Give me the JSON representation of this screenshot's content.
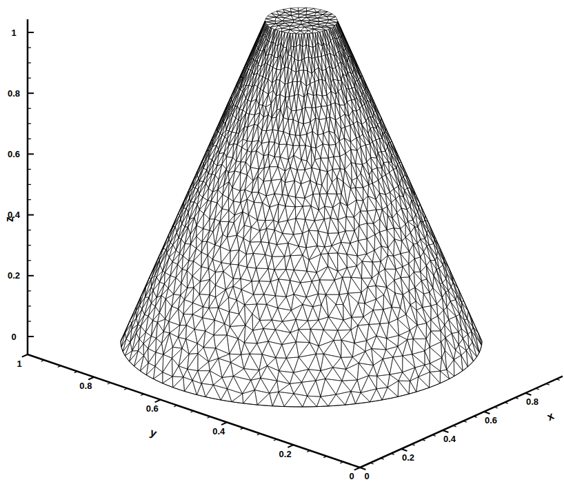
{
  "diagram": {
    "labels": [
      "1",
      "0.8",
      "0.6",
      "0.4",
      "0.2",
      "0",
      "z",
      "1",
      "0.8",
      "0.6",
      "0.4",
      "0.2",
      "0",
      "y",
      "0",
      "0.2",
      "0.4",
      "0.6",
      "0.8",
      "x"
    ]
  }
}
